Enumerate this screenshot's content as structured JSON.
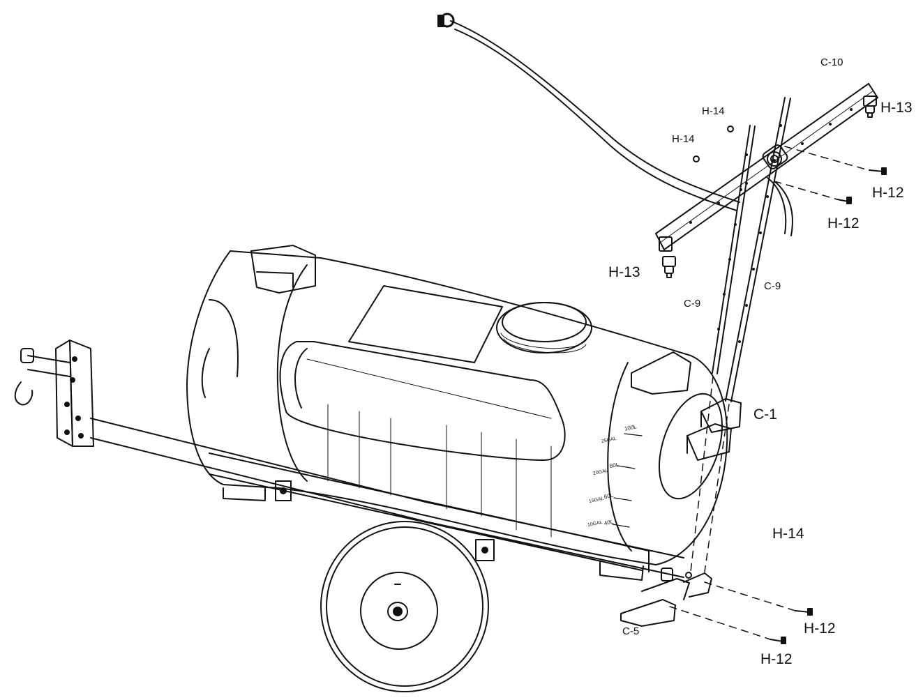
{
  "diagram": {
    "colors": {
      "line": "#111111",
      "background": "#ffffff"
    },
    "callouts": [
      {
        "id": "c10",
        "text": "C-10"
      },
      {
        "id": "h13a",
        "text": "H-13"
      },
      {
        "id": "h14a",
        "text": "H-14"
      },
      {
        "id": "h14b",
        "text": "H-14"
      },
      {
        "id": "h12a",
        "text": "H-12"
      },
      {
        "id": "h12b",
        "text": "H-12"
      },
      {
        "id": "h13b",
        "text": "H-13"
      },
      {
        "id": "c9a",
        "text": "C-9"
      },
      {
        "id": "c9b",
        "text": "C-9"
      },
      {
        "id": "c1",
        "text": "C-1"
      },
      {
        "id": "h14c",
        "text": "H-14"
      },
      {
        "id": "c5",
        "text": "C-5"
      },
      {
        "id": "h12c",
        "text": "H-12"
      },
      {
        "id": "h12d",
        "text": "H-12"
      }
    ],
    "tank_scale": [
      "100L",
      "80L",
      "60L",
      "40L",
      "25GAL",
      "20GAL",
      "15GAL",
      "10GAL"
    ]
  }
}
